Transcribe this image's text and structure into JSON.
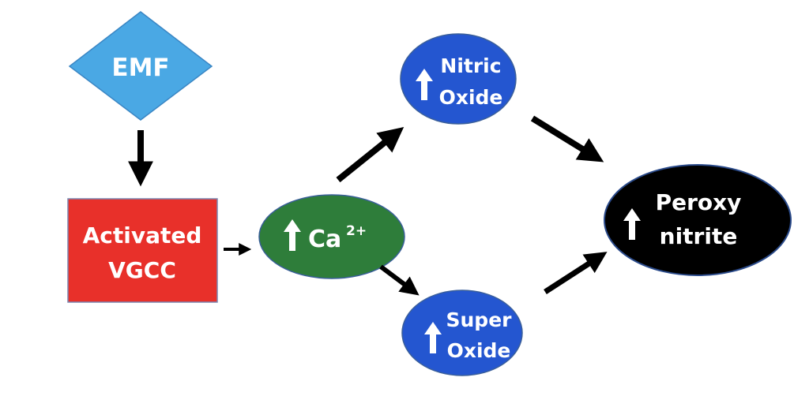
{
  "diagram": {
    "nodes": {
      "emf": {
        "label": "EMF",
        "shape": "diamond",
        "color": "#4aa8e4"
      },
      "vgcc": {
        "line1": "Activated",
        "line2": "VGCC",
        "shape": "rectangle",
        "color": "#e8302a"
      },
      "calcium": {
        "label": "Ca",
        "superscript": "2+",
        "indicator": "up-arrow",
        "shape": "ellipse",
        "color": "#2e7d3a"
      },
      "nitric_oxide": {
        "line1": "Nitric",
        "line2": "Oxide",
        "indicator": "up-arrow",
        "shape": "ellipse",
        "color": "#2456d0"
      },
      "super_oxide": {
        "line1": "Super",
        "line2": "Oxide",
        "indicator": "up-arrow",
        "shape": "ellipse",
        "color": "#2456d0"
      },
      "peroxynitrite": {
        "line1": "Peroxy",
        "line2": "nitrite",
        "indicator": "up-arrow",
        "shape": "ellipse",
        "color": "#000000"
      }
    },
    "edges": [
      {
        "from": "EMF",
        "to": "Activated VGCC"
      },
      {
        "from": "Activated VGCC",
        "to": "Ca 2+"
      },
      {
        "from": "Ca 2+",
        "to": "Nitric Oxide"
      },
      {
        "from": "Ca 2+",
        "to": "Super Oxide"
      },
      {
        "from": "Nitric Oxide",
        "to": "Peroxy nitrite"
      },
      {
        "from": "Super Oxide",
        "to": "Peroxy nitrite"
      }
    ],
    "arrow_color": "#000000"
  }
}
